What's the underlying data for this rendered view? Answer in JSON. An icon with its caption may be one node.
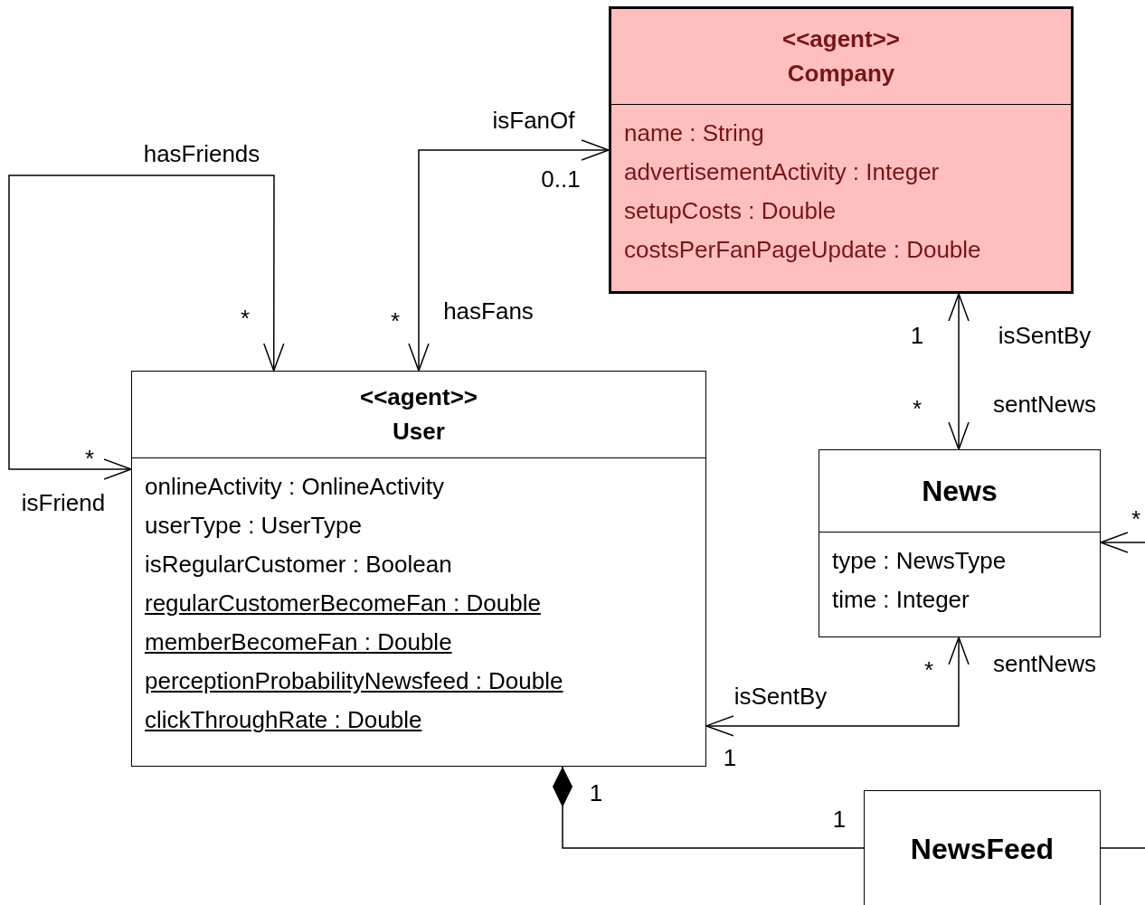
{
  "diagram": {
    "nodes": [
      {
        "text": [
          "<<agent>>",
          "Company",
          "name : String",
          "advertisementActivity : Integer",
          "setupCosts : Double",
          "costsPerFanPageUpdate : Double"
        ]
      },
      {
        "text": [
          "<<agent>>",
          "User",
          "onlineActivity : OnlineActivity",
          "userType : UserType",
          "isRegularCustomer : Boolean",
          "regularCustomerBecomeFan : Double",
          "memberBecomeFan : Double",
          "perceptionProbabilityNewsfeed : Double",
          "clickThroughRate : Double"
        ]
      },
      {
        "text": [
          "News",
          "type : NewsType",
          "time : Integer"
        ]
      },
      {
        "text": [
          "NewsFeed"
        ]
      }
    ],
    "edges": [
      {
        "from": 1,
        "to": 1,
        "arrow": "both"
      },
      {
        "from": 1,
        "to": 0,
        "arrow": "both"
      },
      {
        "from": 0,
        "to": 2,
        "arrow": "both"
      },
      {
        "from": 2,
        "to": 1,
        "arrow": "both"
      },
      {
        "from": 1,
        "to": 3,
        "arrow": "other"
      },
      {
        "from": null,
        "to": 2,
        "arrow": "to"
      },
      {
        "from": 3,
        "to": null,
        "arrow": "none"
      }
    ],
    "labels": [
      "isFanOf",
      "hasFriends",
      "0..1",
      "*",
      "*",
      "hasFans",
      "1",
      "isSentBy",
      "*",
      "sentNews",
      "*",
      "isFriend",
      "*",
      "*",
      "sentNews",
      "isSentBy",
      "1",
      "1",
      "1"
    ]
  }
}
